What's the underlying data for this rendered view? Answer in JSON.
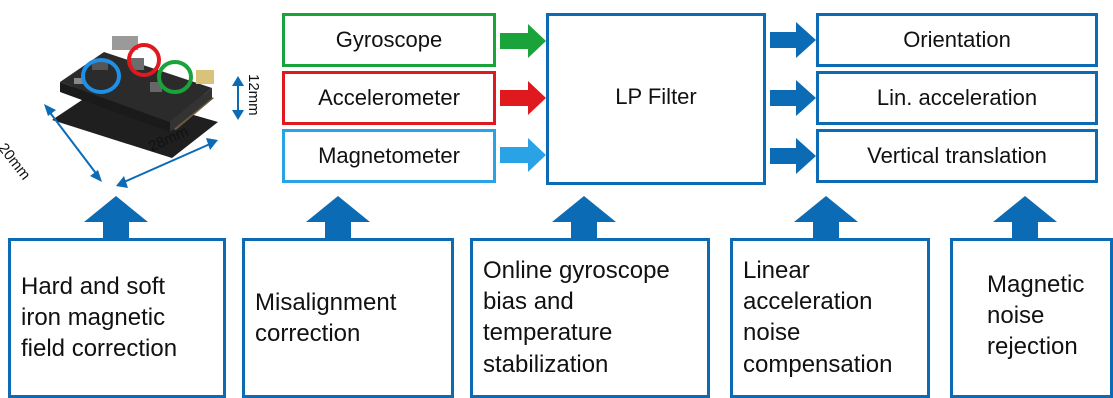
{
  "colors": {
    "primary": "#0b6bb5",
    "gyroscope": "#1aa33a",
    "accelerometer": "#e0191f",
    "magnetometer": "#2aa3e6",
    "arrow": "#0b6bb5"
  },
  "sensor_image": {
    "dim_width": "20mm",
    "dim_length": "28mm",
    "dim_height": "12mm"
  },
  "sensors": [
    {
      "label": "Gyroscope"
    },
    {
      "label": "Accelerometer"
    },
    {
      "label": "Magnetometer"
    }
  ],
  "filter": {
    "label": "LP Filter"
  },
  "outputs": [
    {
      "label": "Orientation"
    },
    {
      "label": "Lin. acceleration"
    },
    {
      "label": "Vertical translation"
    }
  ],
  "features": [
    {
      "text": "Hard and soft\niron magnetic\nfield correction"
    },
    {
      "text": "Misalignment\ncorrection"
    },
    {
      "text": "Online gyroscope\nbias and\ntemperature\nstabilization"
    },
    {
      "text": "Linear\nacceleration\nnoise\ncompensation"
    },
    {
      "text": "Magnetic\nnoise\nrejection"
    }
  ]
}
